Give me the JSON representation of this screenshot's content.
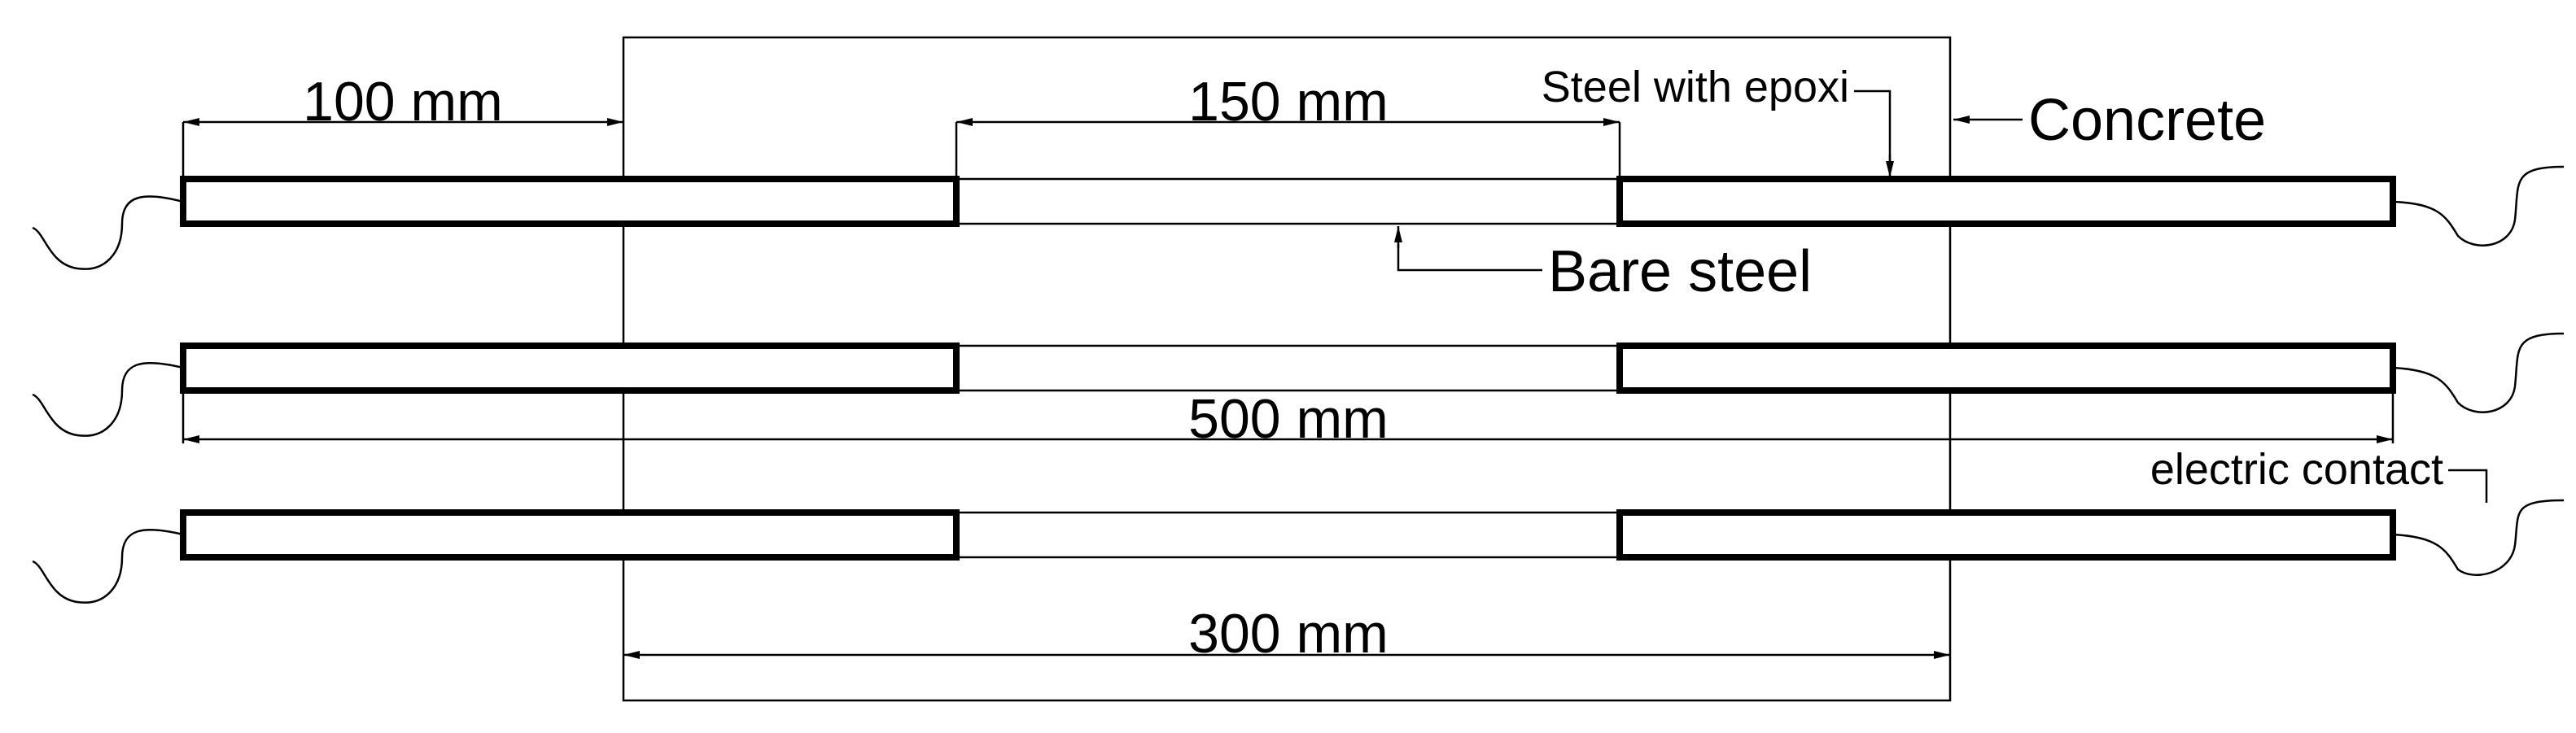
{
  "labels": {
    "dim_100": "100 mm",
    "dim_150": "150 mm",
    "dim_500": "500 mm",
    "dim_300": "300 mm",
    "steel_epoxi": "Steel with epoxi",
    "concrete": "Concrete",
    "bare_steel": "Bare steel",
    "electric_contact": "electric contact"
  },
  "colors": {
    "line": "#000000",
    "background": "#ffffff"
  }
}
